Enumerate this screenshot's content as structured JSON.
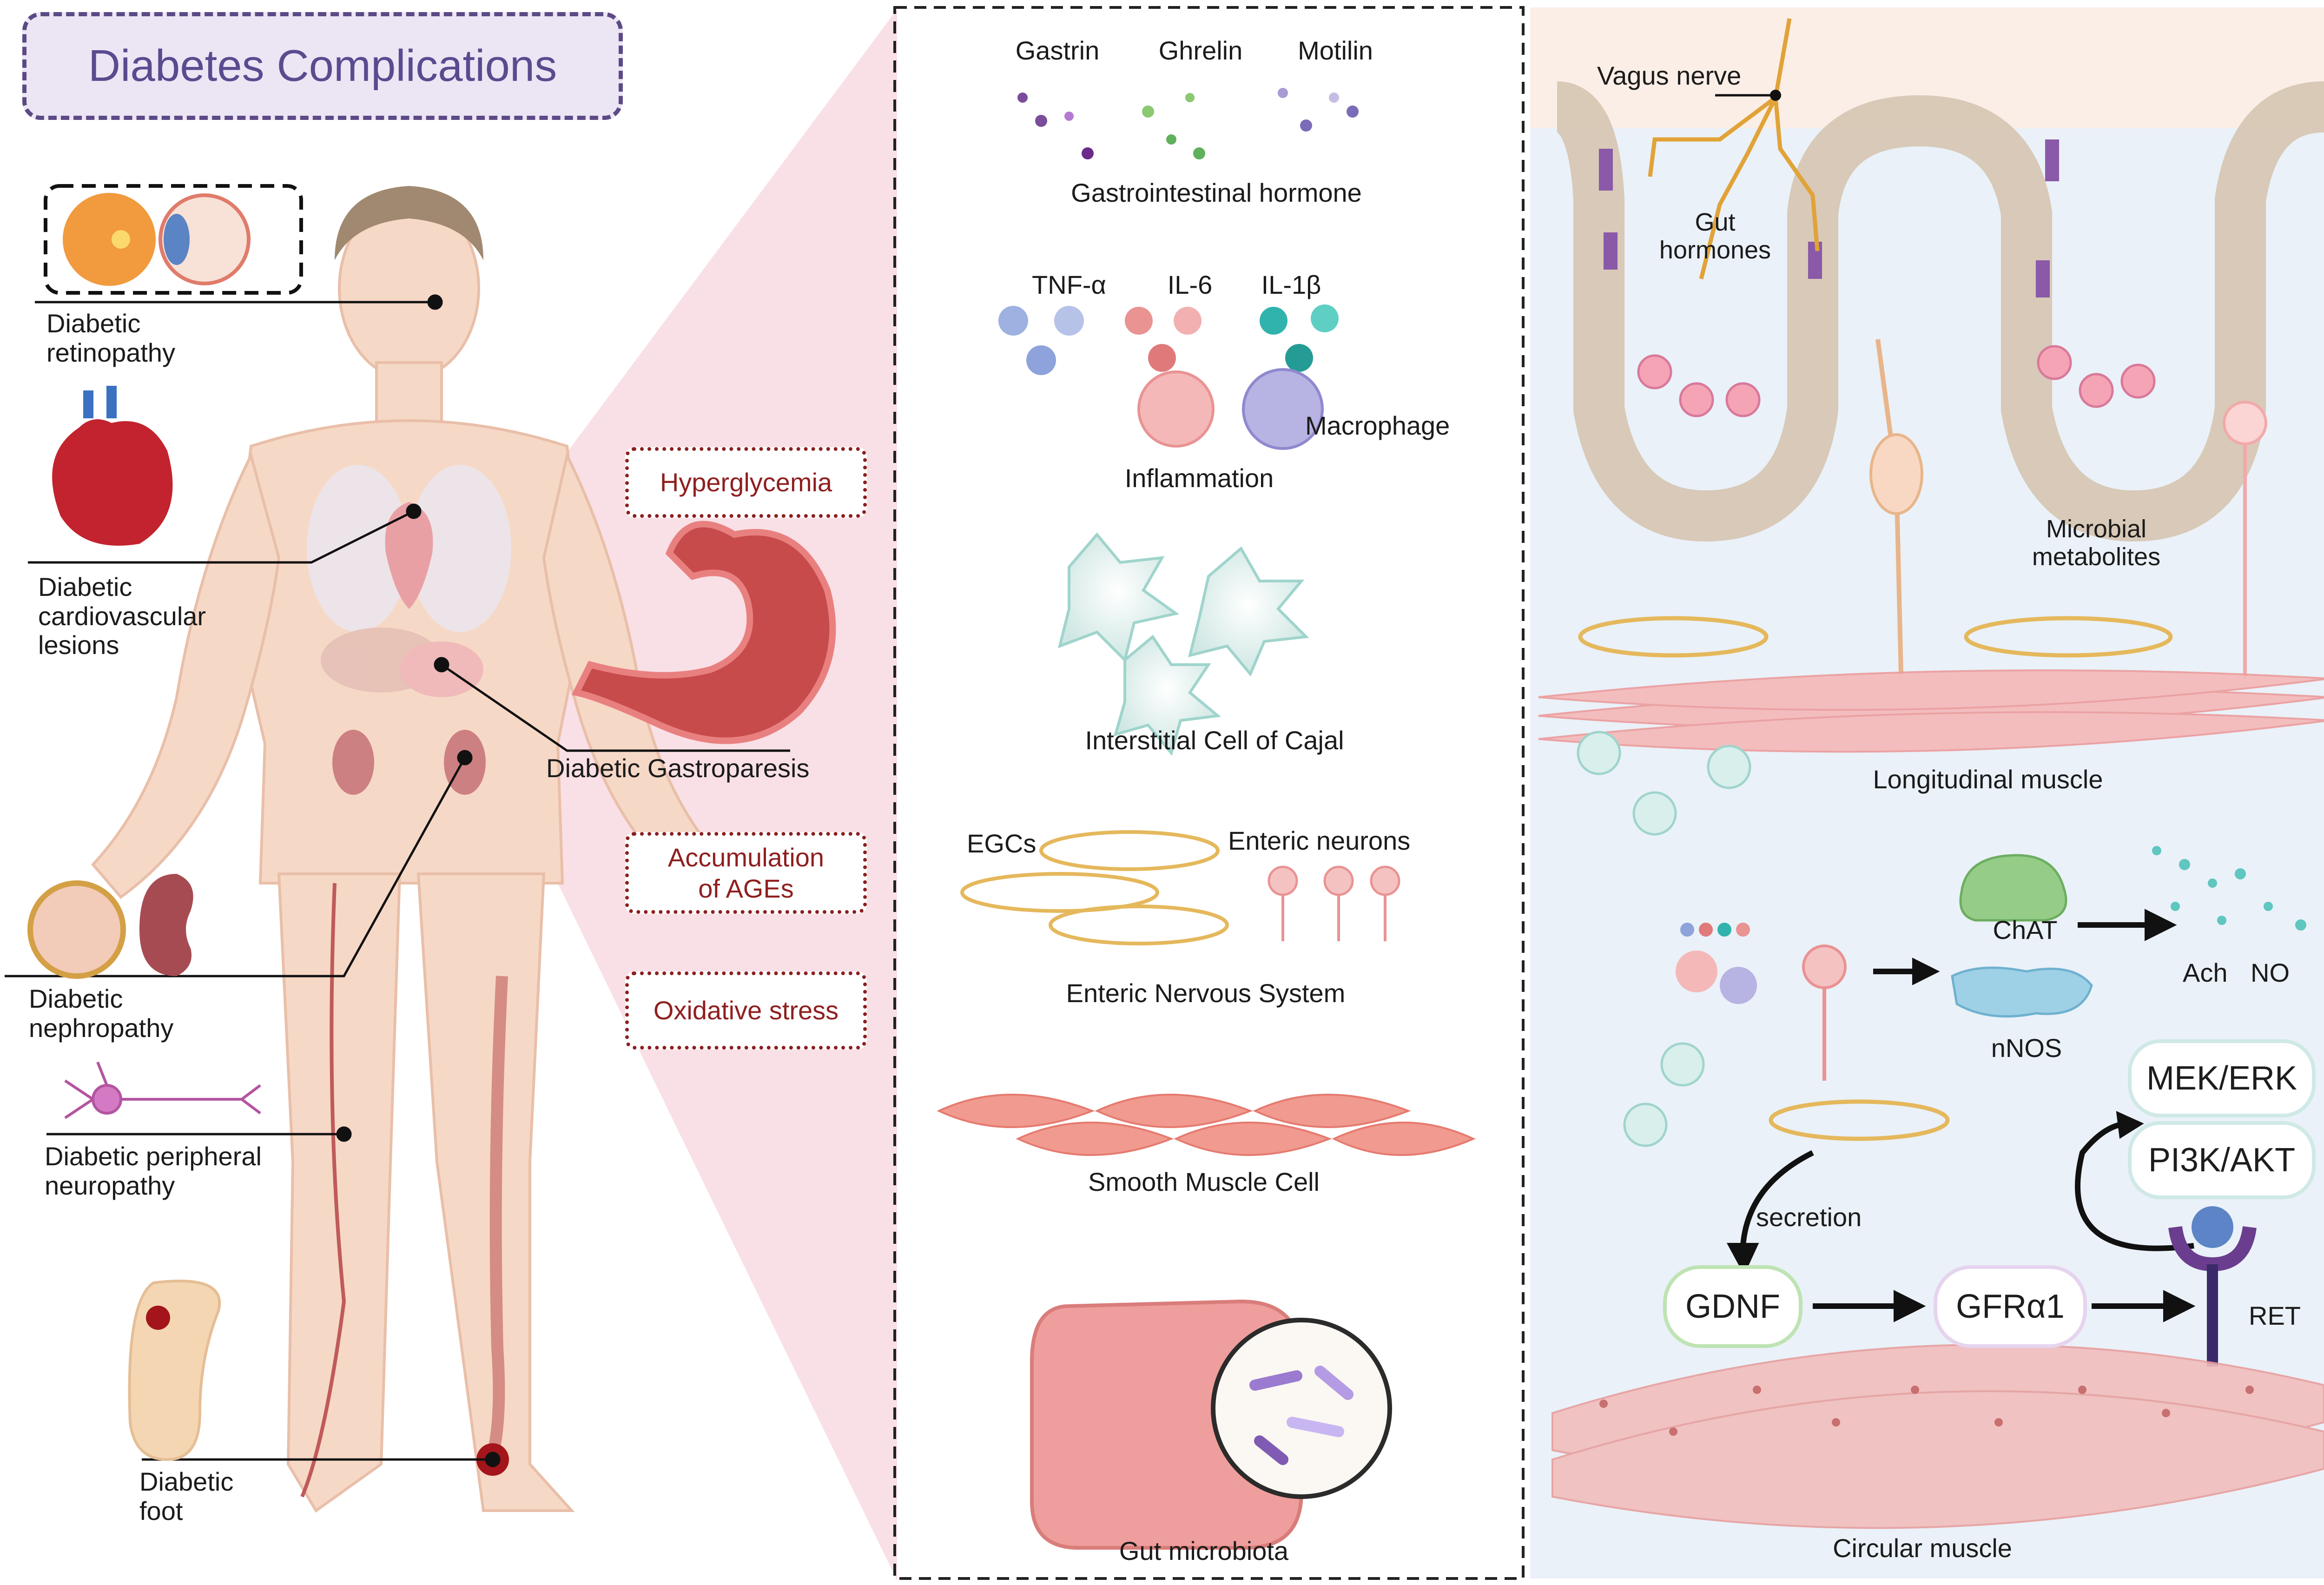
{
  "title": "Diabetes Complications",
  "left": {
    "retinopathy": [
      "Diabetic",
      "retinopathy"
    ],
    "cardio": [
      "Diabetic",
      "cardiovascular",
      "lesions"
    ],
    "nephropathy": [
      "Diabetic",
      "nephropathy"
    ],
    "neuropathy": [
      "Diabetic peripheral",
      "neuropathy"
    ],
    "foot": [
      "Diabetic",
      "foot"
    ],
    "gastroparesis": "Diabetic Gastroparesis"
  },
  "mechanisms": {
    "hyperglycemia": "Hyperglycemia",
    "ages": [
      "Accumulation",
      "of AGEs"
    ],
    "oxidative": "Oxidative stress"
  },
  "middle": {
    "hormones": [
      "Gastrin",
      "Ghrelin",
      "Motilin"
    ],
    "gi_hormone": "Gastrointestinal hormone",
    "cytokines": [
      "TNF-α",
      "IL-6",
      "IL-1β"
    ],
    "macrophage": "Macrophage",
    "inflammation": "Inflammation",
    "icc": "Interstitial Cell of Cajal",
    "egcs": "EGCs",
    "enteric_neurons": "Enteric neurons",
    "ens": "Enteric Nervous System",
    "smooth_muscle": "Smooth Muscle Cell",
    "microbiota": "Gut microbiota"
  },
  "right": {
    "vagus": "Vagus nerve",
    "gut_hormones": [
      "Gut",
      "hormones"
    ],
    "microbial": [
      "Microbial",
      "metabolites"
    ],
    "longitudinal": "Longitudinal muscle",
    "chat": "ChAT",
    "nnos": "nNOS",
    "ach": "Ach",
    "no": "NO",
    "mek": "MEK/ERK",
    "pi3k": "PI3K/AKT",
    "secretion": "secretion",
    "gdnf": "GDNF",
    "gfra1": "GFRα1",
    "ret": "RET",
    "circular": "Circular muscle"
  },
  "colors": {
    "title_border": "#5c4a86",
    "title_fill": "#ece5f4",
    "mechanism_red": "#8f1f1f",
    "right_panel_bg": "#eaf1f8",
    "skin": "#f5d5c2"
  }
}
